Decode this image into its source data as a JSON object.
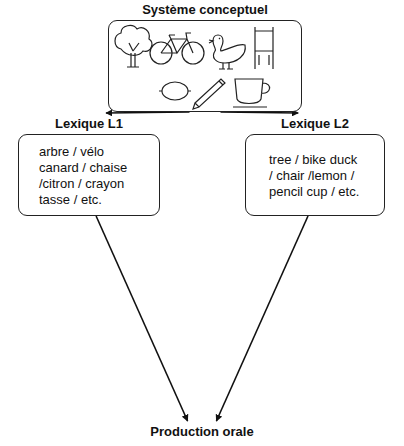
{
  "diagram": {
    "nodes": [
      {
        "text": [
          "Système conceptuel"
        ]
      },
      {
        "text": [
          "Lexique L1",
          "arbre / vélo canard / chaise /citron / crayon tasse / etc."
        ]
      },
      {
        "text": [
          "Lexique L2",
          "tree / bike duck / chair /lemon / pencil cup / etc."
        ]
      },
      {
        "text": [
          "Production orale"
        ]
      }
    ],
    "edges": [
      {
        "from": 0,
        "to": 1,
        "arrow": "to"
      },
      {
        "from": 0,
        "to": 2,
        "arrow": "to"
      },
      {
        "from": 1,
        "to": 3,
        "arrow": "to"
      },
      {
        "from": 2,
        "to": 3,
        "arrow": "to"
      }
    ]
  }
}
